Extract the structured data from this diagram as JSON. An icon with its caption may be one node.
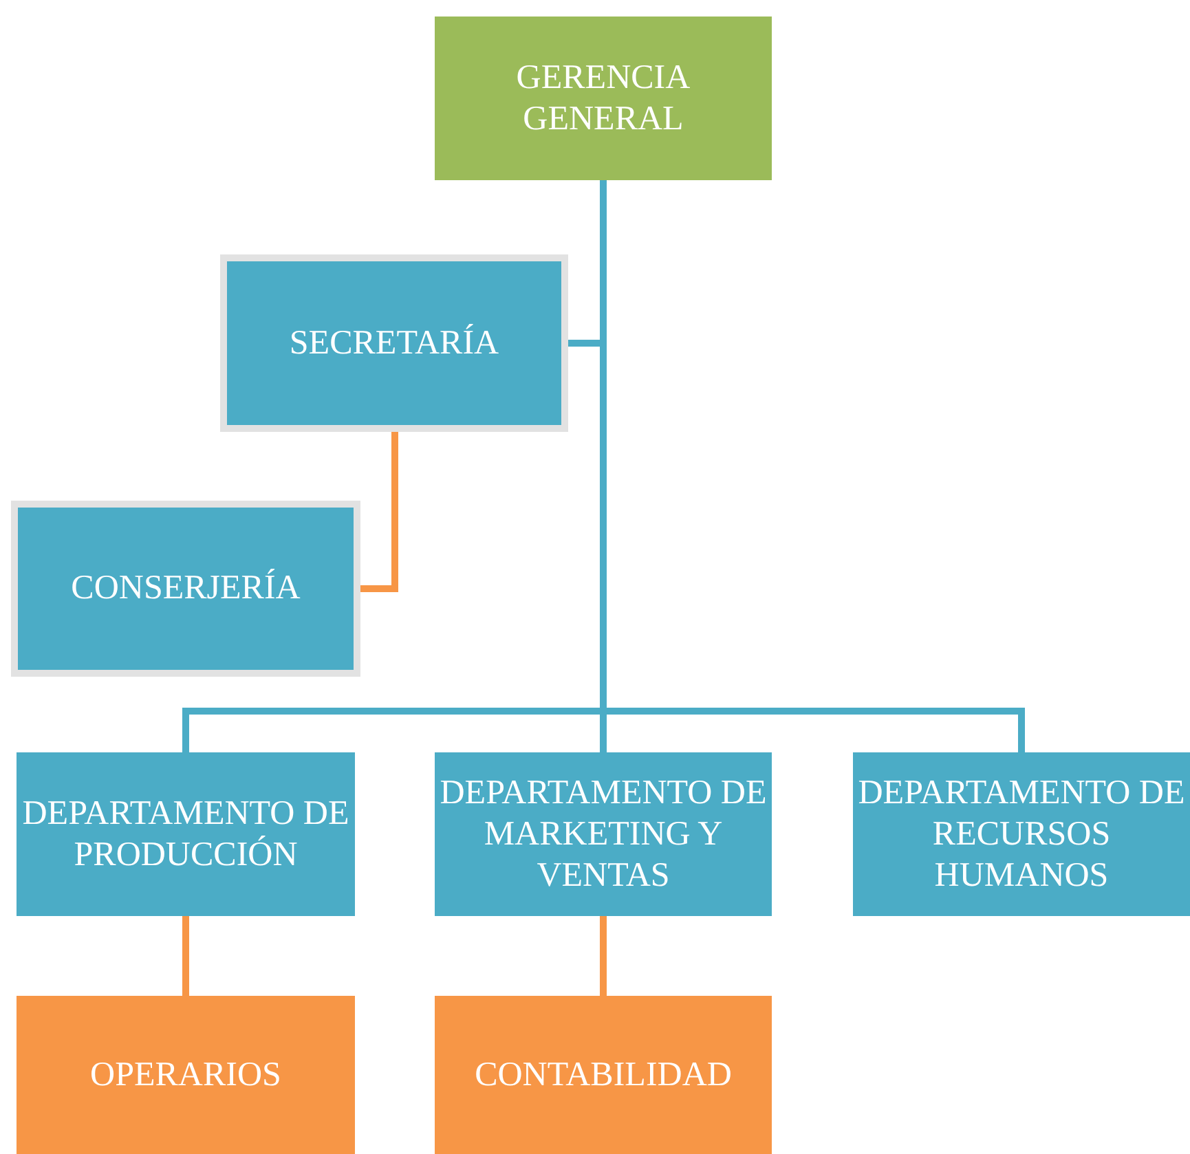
{
  "diagram": {
    "nodes": [
      {
        "text": [
          "GERENCIA GENERAL"
        ]
      },
      {
        "text": [
          "SECRETARÍA"
        ]
      },
      {
        "text": [
          "CONSERJERÍA"
        ]
      },
      {
        "text": [
          "DEPARTAMENTO DE PRODUCCIÓN"
        ]
      },
      {
        "text": [
          "DEPARTAMENTO DE MARKETING Y VENTAS"
        ]
      },
      {
        "text": [
          "DEPARTAMENTO DE RECURSOS HUMANOS"
        ]
      },
      {
        "text": [
          "OPERARIOS"
        ]
      },
      {
        "text": [
          "CONTABILIDAD"
        ]
      }
    ],
    "edges": [
      {
        "from": 0,
        "to": 1,
        "arrow": "none"
      },
      {
        "from": 1,
        "to": 2,
        "arrow": "none",
        "color": "#f79646"
      },
      {
        "from": 0,
        "to": 3,
        "arrow": "none"
      },
      {
        "from": 0,
        "to": 4,
        "arrow": "none"
      },
      {
        "from": 0,
        "to": 5,
        "arrow": "none"
      },
      {
        "from": 3,
        "to": 6,
        "arrow": "none",
        "color": "#f79646"
      },
      {
        "from": 4,
        "to": 7,
        "arrow": "none",
        "color": "#f79646"
      }
    ]
  }
}
